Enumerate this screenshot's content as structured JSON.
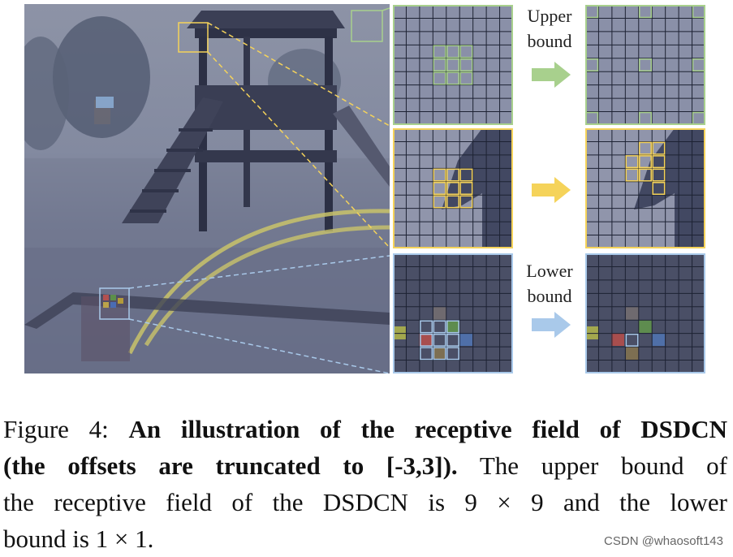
{
  "labels": {
    "upper": [
      "Upper",
      "bound"
    ],
    "lower": [
      "Lower",
      "bound"
    ]
  },
  "caption": {
    "prefix": "Figure 4: ",
    "bold_line1": "An illustration of the receptive field of DSDCN",
    "bold_line2": "(the offsets are truncated to [-3,3]).",
    "rest_line2": " The upper bound of",
    "line3": "the receptive field of the DSDCN is 9 × 9 and the lower",
    "line4": "bound is 1 × 1."
  },
  "watermark": "CSDN @whaosoft143",
  "colors": {
    "green": "#a8d08d",
    "yellow": "#f5d35a",
    "blue": "#a9c9ea"
  }
}
